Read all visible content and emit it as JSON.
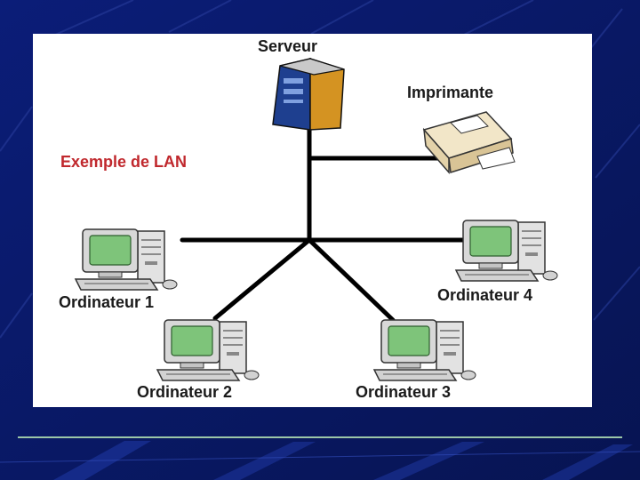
{
  "colors": {
    "slide_background": "#0a1a6b",
    "panel": "#ffffff",
    "title_text": "#c0282d",
    "label_text": "#1a1a1a",
    "cable": "#000000",
    "monitor_screen": "#7ec47a"
  },
  "diagram": {
    "title": "Exemple de LAN",
    "nodes": {
      "server": {
        "label": "Serveur",
        "icon": "server-tower-icon"
      },
      "printer": {
        "label": "Imprimante",
        "icon": "printer-icon"
      },
      "computer1": {
        "label": "Ordinateur 1",
        "icon": "desktop-computer-icon"
      },
      "computer2": {
        "label": "Ordinateur 2",
        "icon": "desktop-computer-icon"
      },
      "computer3": {
        "label": "Ordinateur 3",
        "icon": "desktop-computer-icon"
      },
      "computer4": {
        "label": "Ordinateur 4",
        "icon": "desktop-computer-icon"
      }
    },
    "links": [
      [
        "server",
        "printer"
      ],
      [
        "server",
        "computer1"
      ],
      [
        "server",
        "computer2"
      ],
      [
        "server",
        "computer3"
      ],
      [
        "server",
        "computer4"
      ]
    ]
  }
}
